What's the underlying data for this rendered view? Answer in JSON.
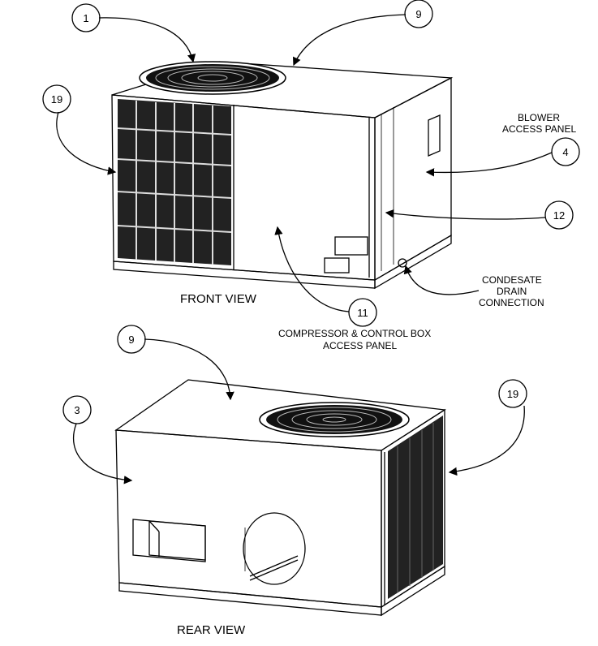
{
  "callouts": [
    {
      "id": "c1",
      "number": "1"
    },
    {
      "id": "c9a",
      "number": "9"
    },
    {
      "id": "c19a",
      "number": "19"
    },
    {
      "id": "c4",
      "number": "4"
    },
    {
      "id": "c12",
      "number": "12"
    },
    {
      "id": "c11",
      "number": "11"
    },
    {
      "id": "c9b",
      "number": "9"
    },
    {
      "id": "c3",
      "number": "3"
    },
    {
      "id": "c19b",
      "number": "19"
    }
  ],
  "labels": {
    "blower_1": "BLOWER",
    "blower_2": "ACCESS PANEL",
    "drain_1": "CONDESATE",
    "drain_2": "DRAIN",
    "drain_3": "CONNECTION",
    "compressor_1": "COMPRESSOR & CONTROL BOX",
    "compressor_2": "ACCESS PANEL",
    "front_view": "FRONT VIEW",
    "rear_view": "REAR VIEW"
  }
}
